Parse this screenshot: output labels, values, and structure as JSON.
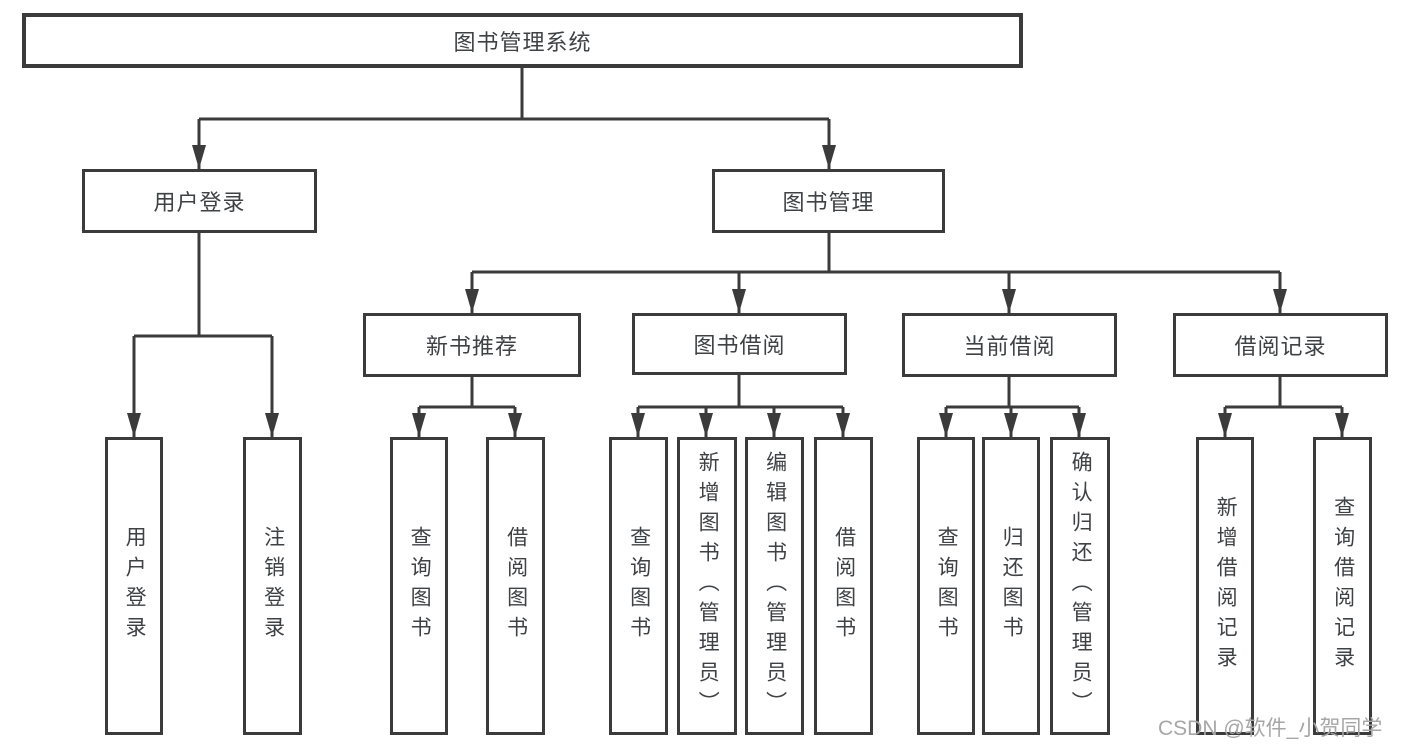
{
  "tree": {
    "label": "图书管理系统",
    "children": [
      {
        "label": "用户登录",
        "children": [
          {
            "label": "用户登录"
          },
          {
            "label": "注销登录"
          }
        ]
      },
      {
        "label": "图书管理",
        "children": [
          {
            "label": "新书推荐",
            "children": [
              {
                "label": "查询图书"
              },
              {
                "label": "借阅图书"
              }
            ]
          },
          {
            "label": "图书借阅",
            "children": [
              {
                "label": "查询图书"
              },
              {
                "label": "新增图书（管理员）"
              },
              {
                "label": "编辑图书（管理员）"
              },
              {
                "label": "借阅图书"
              }
            ]
          },
          {
            "label": "当前借阅",
            "children": [
              {
                "label": "查询图书"
              },
              {
                "label": "归还图书"
              },
              {
                "label": "确认归还（管理员）"
              }
            ]
          },
          {
            "label": "借阅记录",
            "children": [
              {
                "label": "新增借阅记录"
              },
              {
                "label": "查询借阅记录"
              }
            ]
          }
        ]
      }
    ]
  },
  "watermark": {
    "text": "CSDN @软件_小贺同学"
  },
  "colors": {
    "line": "#3b3b3b",
    "text": "#3f4245",
    "watermark": "#a6a6a6",
    "bg": "#ffffff"
  }
}
